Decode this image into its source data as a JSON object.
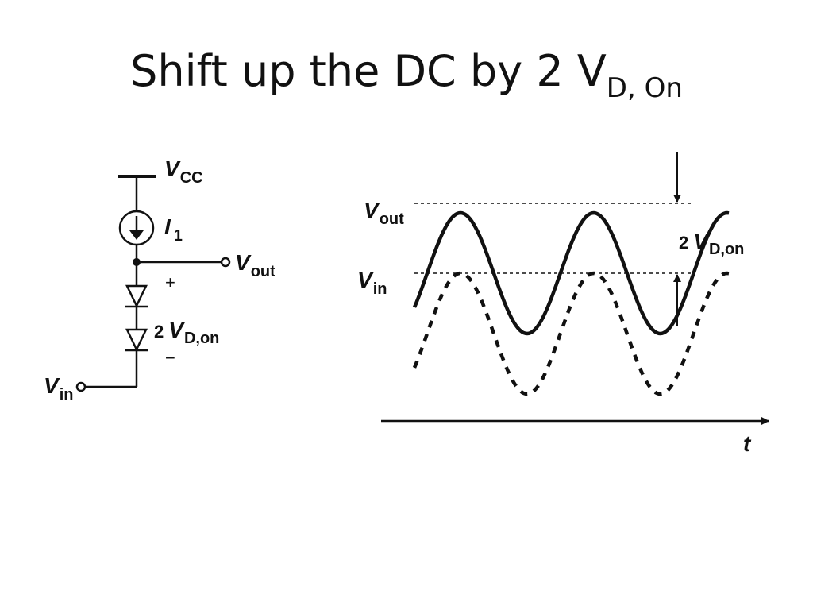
{
  "slide": {
    "title_main": "Shift up the DC by 2 V",
    "title_sub": "D, On"
  },
  "circuit": {
    "supply_label": "V",
    "supply_sub": "CC",
    "source_label": "I",
    "source_sub": "1",
    "output_label": "V",
    "output_sub": "out",
    "input_label": "V",
    "input_sub": "in",
    "plus_sign": "+",
    "minus_sign": "−",
    "drop_number": "2",
    "drop_label": "V",
    "drop_sub": "D,on"
  },
  "waveform": {
    "vout_label": "V",
    "vout_sub": "out",
    "vin_label": "V",
    "vin_sub": "in",
    "shift_number": "2",
    "shift_label": "V",
    "shift_sub": "D,on",
    "time_label": "t"
  },
  "chart_data": {
    "type": "line",
    "xlabel": "t",
    "series": [
      {
        "name": "V_out",
        "style": "solid",
        "dc_offset": 1.0,
        "amplitude": 1.0,
        "cycles": 2
      },
      {
        "name": "V_in",
        "style": "dashed",
        "dc_offset": 0.0,
        "amplitude": 1.0,
        "cycles": 2
      }
    ],
    "dc_shift": "2 V_D,on",
    "colors": {
      "trace": "#111111"
    }
  }
}
